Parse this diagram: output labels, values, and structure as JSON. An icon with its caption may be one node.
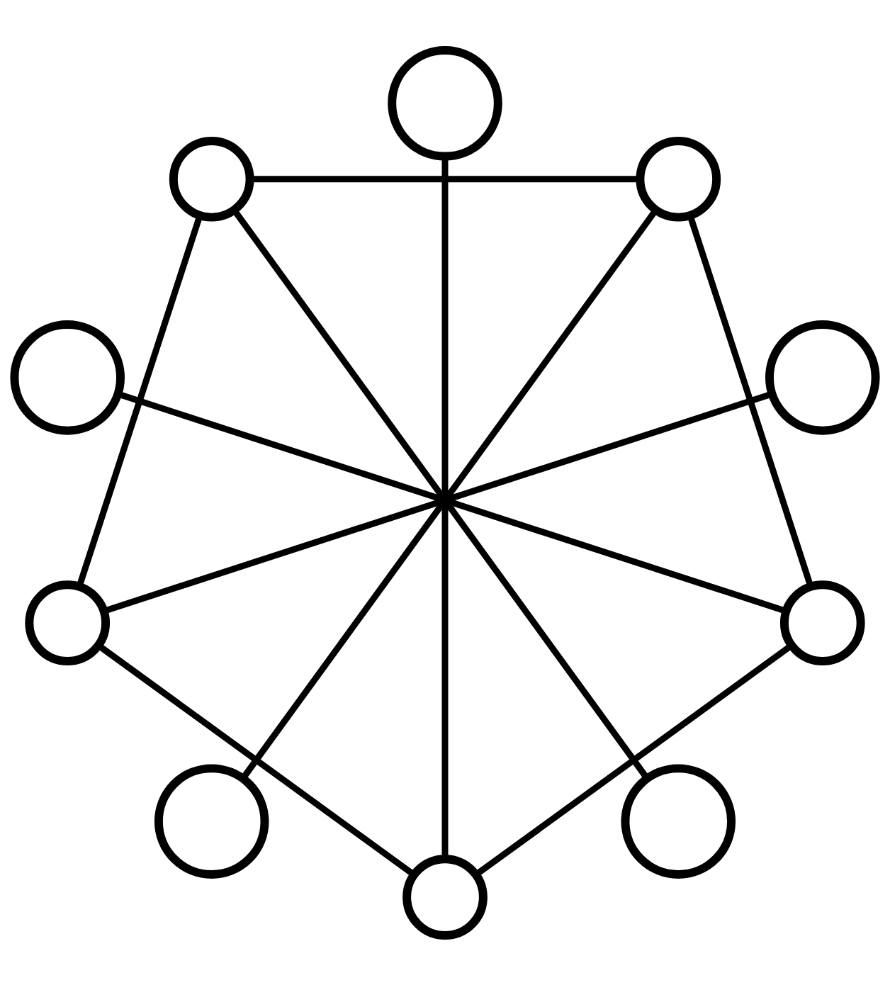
{
  "diagram": {
    "nodes": [
      {
        "text": [],
        "shape": "point"
      },
      {
        "text": [],
        "shape": "circle"
      },
      {
        "text": [],
        "shape": "circle"
      },
      {
        "text": [],
        "shape": "circle"
      },
      {
        "text": [],
        "shape": "circle"
      },
      {
        "text": [],
        "shape": "circle"
      },
      {
        "text": [],
        "shape": "circle"
      },
      {
        "text": [],
        "shape": "circle"
      },
      {
        "text": [],
        "shape": "circle"
      },
      {
        "text": [],
        "shape": "circle"
      },
      {
        "text": [],
        "shape": "circle"
      }
    ],
    "edges": [
      {
        "from": 0,
        "to": 1,
        "arrow": "none"
      },
      {
        "from": 0,
        "to": 2,
        "arrow": "none"
      },
      {
        "from": 0,
        "to": 3,
        "arrow": "none"
      },
      {
        "from": 0,
        "to": 4,
        "arrow": "none"
      },
      {
        "from": 0,
        "to": 5,
        "arrow": "none"
      },
      {
        "from": 0,
        "to": 6,
        "arrow": "none"
      },
      {
        "from": 0,
        "to": 7,
        "arrow": "none"
      },
      {
        "from": 0,
        "to": 8,
        "arrow": "none"
      },
      {
        "from": 0,
        "to": 9,
        "arrow": "none"
      },
      {
        "from": 0,
        "to": 10,
        "arrow": "none"
      },
      {
        "from": 2,
        "to": 4,
        "arrow": "none"
      },
      {
        "from": 4,
        "to": 7,
        "arrow": "none"
      },
      {
        "from": 7,
        "to": 9,
        "arrow": "none"
      },
      {
        "from": 9,
        "to": 6,
        "arrow": "none"
      },
      {
        "from": 6,
        "to": 2,
        "arrow": "none"
      }
    ]
  }
}
